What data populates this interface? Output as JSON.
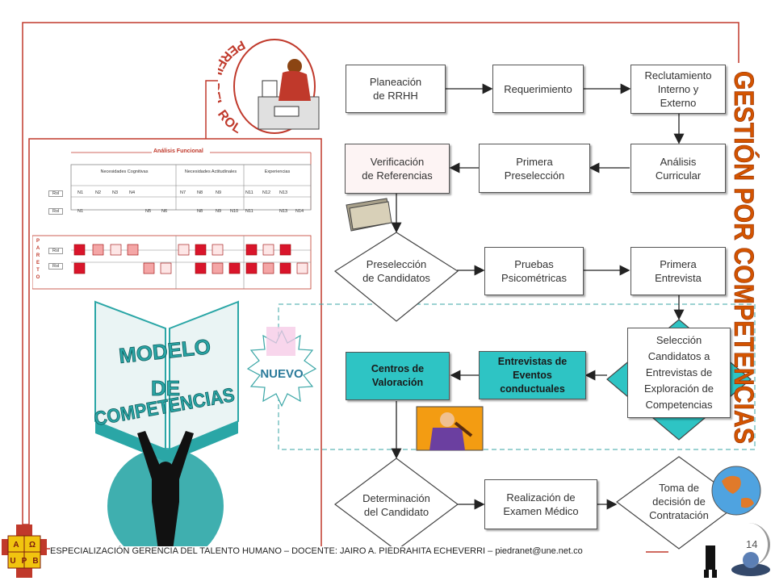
{
  "flow": {
    "planeacion": "Planeación\nde RRHH",
    "requerimiento": "Requerimiento",
    "reclutamiento": "Reclutamiento\nInterno y\nExterno",
    "analisis_curricular": "Análisis\nCurricular",
    "primera_preseleccion": "Primera\nPreselección",
    "verificacion": "Verificación\nde Referencias",
    "preseleccion_candidatos": "Preselección\nde Candidatos",
    "pruebas": "Pruebas\nPsicométricas",
    "primera_entrevista": "Primera\nEntrevista",
    "seleccion": "Selección\nCandidatos a\nEntrevistas de\nExploración de\nCompetencias",
    "entrevistas_eventos": "Entrevistas de\nEventos\nconductuales",
    "centros_valoracion": "Centros de\nValoración",
    "determinacion": "Determinación\ndel Candidato",
    "examen_medico": "Realización de\nExamen Médico",
    "toma_decision": "Toma de\ndecisión de\nContratación"
  },
  "nuevo_label": "NUEVO",
  "vertical_title": "GESTIÓN POR COMPETENCIAS",
  "perfil_rol_label": "PERFIL DEL ROL",
  "modelo_label": [
    "MODELO",
    "DE",
    "COMPETENCIAS"
  ],
  "table": {
    "title": "Análisis Funcional",
    "headers": [
      "Necesidades Cognitivas",
      "Necesidades Actitudinales",
      "Experiencias"
    ],
    "role_label": "Rol",
    "row1": [
      "N1",
      "N2",
      "N3",
      "N4",
      "N7",
      "N8",
      "N9",
      "N11",
      "N12",
      "N13"
    ],
    "row2": [
      "N1",
      "N5",
      "N6",
      "N8",
      "N9",
      "N10",
      "N11",
      "N13",
      "N14"
    ],
    "pareto_letters": [
      "P",
      "A",
      "R",
      "E",
      "T",
      "O"
    ]
  },
  "logo_letters": [
    "A",
    "Ω",
    "U",
    "P",
    "B"
  ],
  "footer": "ESPECIALIZACIÓN GERENCIA DEL TALENTO HUMANO – DOCENTE: JAIRO A. PIEDRAHITA ECHEVERRI – piedranet@une.net.co",
  "page_number": "14",
  "colors": {
    "accent_red": "#c0392b",
    "teal": "#2ec4c4",
    "title_orange": "#d35400"
  }
}
